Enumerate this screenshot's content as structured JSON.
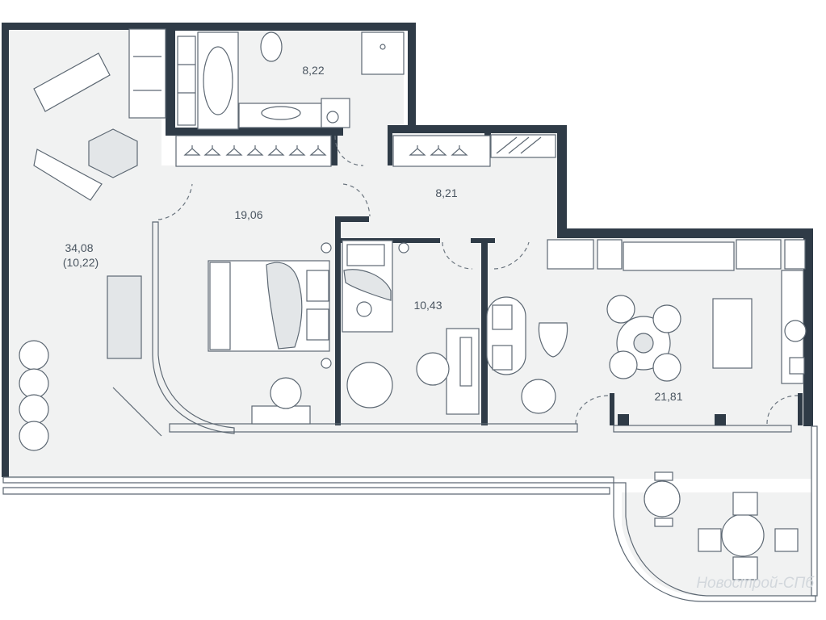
{
  "rooms": [
    {
      "id": "terrace",
      "area": "34,08",
      "subarea": "(10,22)"
    },
    {
      "id": "bathroom",
      "area": "8,22"
    },
    {
      "id": "bedroom",
      "area": "19,06"
    },
    {
      "id": "hall",
      "area": "8,21"
    },
    {
      "id": "kids-room",
      "area": "10,43"
    },
    {
      "id": "living-kitchen",
      "area": "21,81"
    }
  ],
  "watermark": "Новострой-СПб",
  "colors": {
    "wall": "#2f3b47",
    "floor": "#f1f2f2",
    "furniture": "#ffffff",
    "outline": "#5d6873"
  }
}
